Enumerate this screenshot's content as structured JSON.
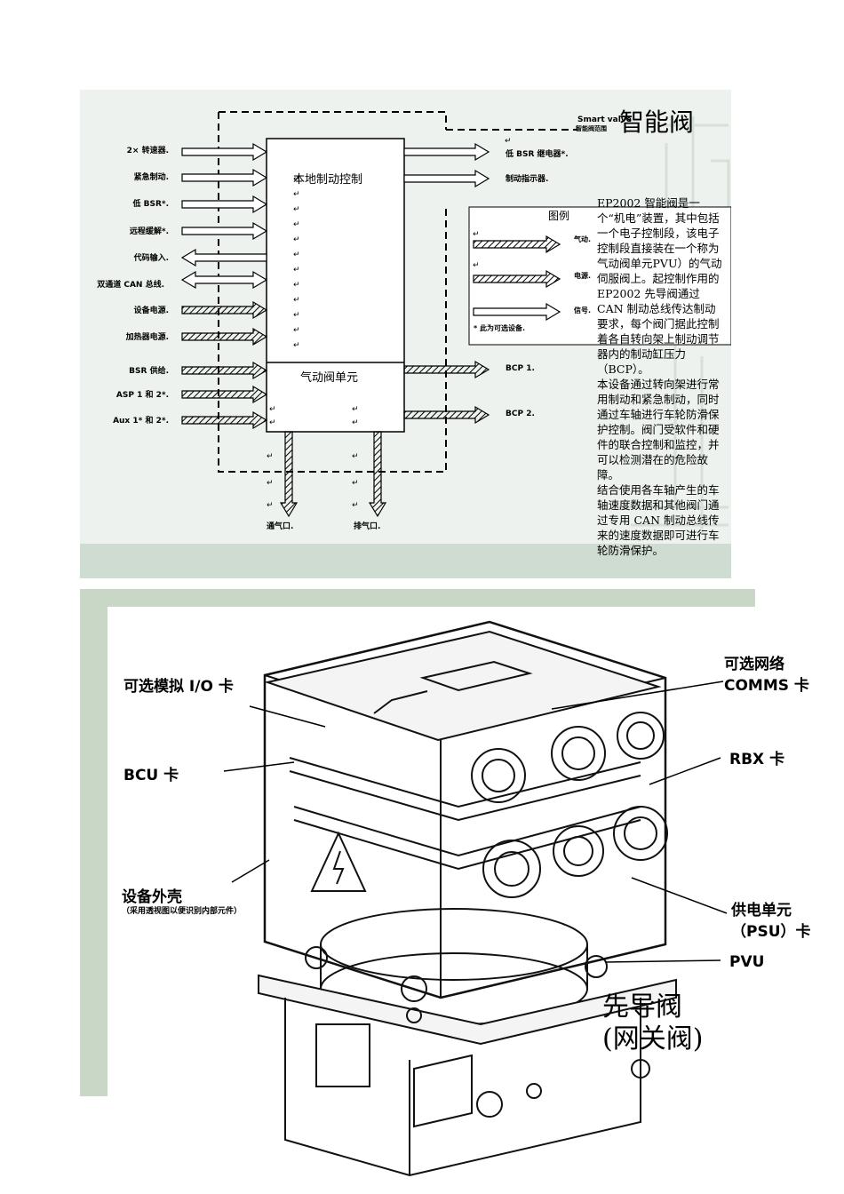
{
  "diagram": {
    "title_en": "Smart valve",
    "title_sub": "智能阀范围",
    "title_zh": "智能阀",
    "central_top_label": "本地制动控制",
    "central_bottom_label": "气动阀单元",
    "inputs": [
      "2× 转速器.",
      "紧急制动.",
      "低 BSR*.",
      "远程缓解*.",
      "代码输入.",
      "双通道 CAN 总线.",
      "设备电源.",
      "加热器电源.",
      "BSR 供给.",
      "ASP 1 和 2*.",
      "Aux 1* 和 2*."
    ],
    "outputs": [
      "低 BSR 继电器*.",
      "制动指示器.",
      "BCP 1.",
      "BCP 2."
    ],
    "bottom_ports": [
      "通气口.",
      "排气口."
    ],
    "legend": {
      "title": "图例",
      "items": [
        "气动.",
        "电源.",
        "信号."
      ],
      "note": "* 此为可选设备."
    }
  },
  "description": [
    "EP2002 智能阀是一个“机电”装置，其中包括一个电子控制段，该电子控制段直接装在一个称为气动阀单元PVU）的气动伺服阀上。起控制作用的 EP2002 先导阀通过CAN 制动总线传达制动要求，每个阀门据此控制着各自转向架上制动调节器内的制动缸压力（BCP）。",
    "本设备通过转向架进行常用制动和紧急制动，同时通过车轴进行车轮防滑保护控制。阀门受软件和硬件的联合控制和监控，并可以检测潜在的危险故障。",
    "结合使用各车轴产生的车轴速度数据和其他阀门通过专用 CAN 制动总线传来的速度数据即可进行车轮防滑保护。"
  ],
  "callouts": {
    "io_card": "可选模拟 I/O 卡",
    "comms_line1": "可选网络",
    "comms_line2": "COMMS 卡",
    "bcu": "BCU 卡",
    "rbx": "RBX 卡",
    "housing": "设备外壳",
    "housing_note": "（采用透视图以便识别内部元件）",
    "psu_line1": "供电单元",
    "psu_line2": "（PSU）卡",
    "pvu": "PVU",
    "valve_line1": "先导阀",
    "valve_line2": "(网关阀)"
  },
  "colors": {
    "panel": "#edf2ee",
    "panel_dark": "#c9d8c6",
    "strip": "#cfdcd1"
  }
}
